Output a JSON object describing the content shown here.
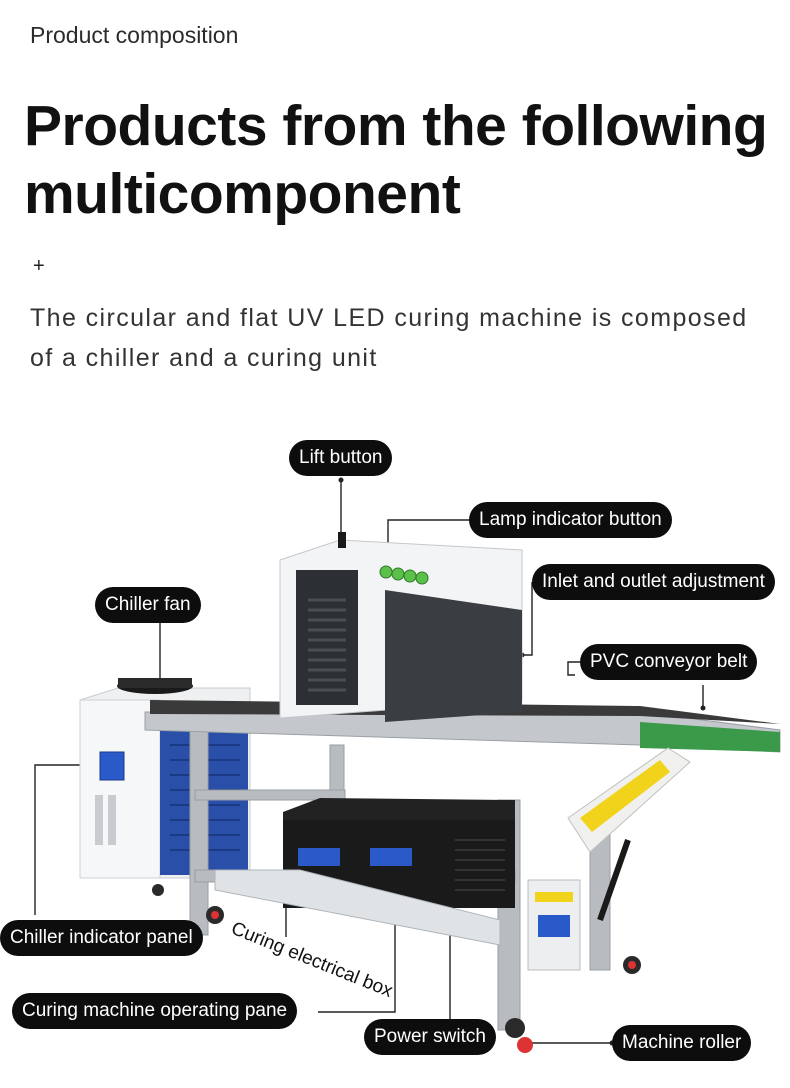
{
  "header": {
    "eyebrow": "Product composition",
    "title": "Products from the following multicomponent",
    "plus": "+",
    "description": "The circular and flat UV LED curing machine is composed of a chiller and a curing unit"
  },
  "callouts": {
    "lift_button": "Lift button",
    "lamp_indicator_button": "Lamp indicator button",
    "inlet_outlet_adjustment": "Inlet and outlet adjustment",
    "chiller_fan": "Chiller fan",
    "pvc_conveyor_belt": "PVC conveyor belt",
    "chiller_indicator_panel": "Chiller indicator panel",
    "curing_electrical_box": "Curing electrical box",
    "curing_operating_pane": "Curing machine operating pane",
    "power_switch": "Power switch",
    "machine_roller": "Machine roller"
  },
  "colors": {
    "callout_bg": "#0d0d0d",
    "frame": "#b8bcc0",
    "cabinet_white": "#f3f4f5",
    "panel_blue": "#2a59c9",
    "lamp_green": "#5ac04a",
    "warning_yellow": "#f2d31c"
  }
}
